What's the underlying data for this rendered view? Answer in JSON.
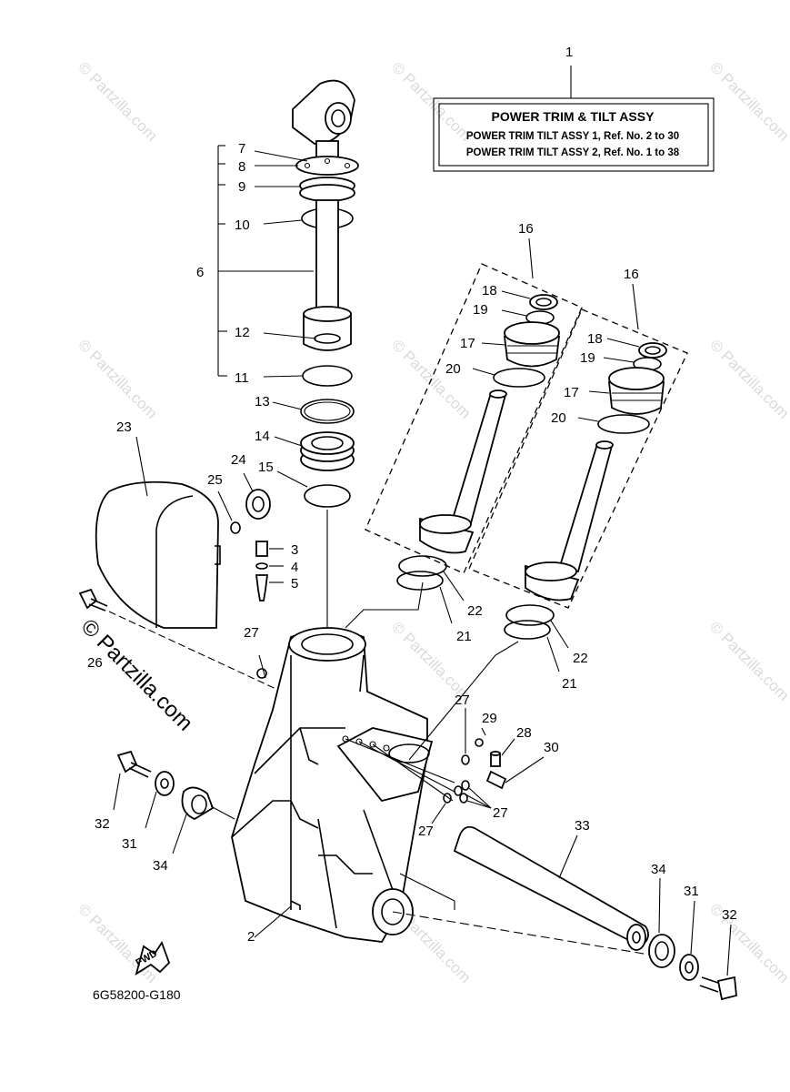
{
  "title_box": {
    "ref": "1",
    "heading": "POWER TRIM & TILT ASSY",
    "line1": "POWER TRIM TILT ASSY 1,  Ref. No. 2 to 30",
    "line2": "POWER TRIM TILT ASSY 2,  Ref. No. 1 to 38"
  },
  "callouts": {
    "c7": "7",
    "c8": "8",
    "c9": "9",
    "c10": "10",
    "c6": "6",
    "c12": "12",
    "c11": "11",
    "c13": "13",
    "c14": "14",
    "c15": "15",
    "c23": "23",
    "c24": "24",
    "c25": "25",
    "c3": "3",
    "c4": "4",
    "c5": "5",
    "c26": "26",
    "c27a": "27",
    "c16a": "16",
    "c18a": "18",
    "c19a": "19",
    "c17a": "17",
    "c20a": "20",
    "c16b": "16",
    "c18b": "18",
    "c19b": "19",
    "c17b": "17",
    "c20b": "20",
    "c22a": "22",
    "c21a": "21",
    "c22b": "22",
    "c21b": "21",
    "c27b": "27",
    "c29": "29",
    "c28": "28",
    "c30": "30",
    "c27c": "27",
    "c27d": "27",
    "c32a": "32",
    "c31a": "31",
    "c34a": "34",
    "c33": "33",
    "c34b": "34",
    "c31b": "31",
    "c32b": "32",
    "c2": "2"
  },
  "fwd_label": "FWD",
  "diagram_code": "6G58200-G180",
  "watermark": "© Partzilla.com"
}
